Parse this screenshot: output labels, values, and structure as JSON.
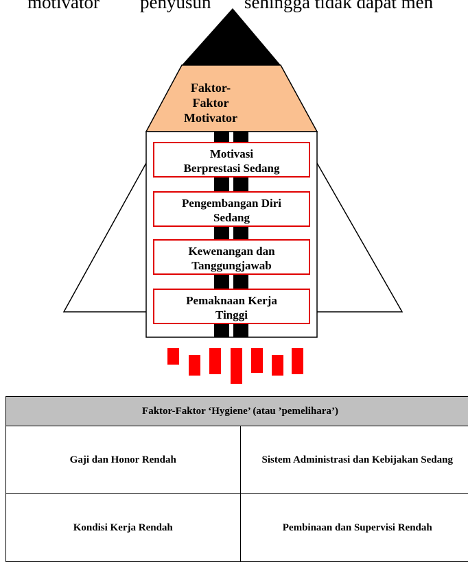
{
  "top_text": {
    "word1": "motivator",
    "word2": "penyusun",
    "word3": "sehingga tidak dapat men"
  },
  "cap": {
    "line1": "Faktor-Faktor",
    "line2": "Motivator",
    "color": "#fac090"
  },
  "boxes": [
    {
      "line1": "Motivasi",
      "line2": "Berprestasi Sedang"
    },
    {
      "line1": "Pengembangan Diri",
      "line2": "Sedang"
    },
    {
      "line1": "Kewenangan dan",
      "line2": "Tanggungjawab"
    },
    {
      "line1": "Pemaknaan Kerja",
      "line2": "Tinggi"
    }
  ],
  "hygiene": {
    "header": "Faktor-Faktor ‘Hygiene’ (atau ’pemelihara’)",
    "header_color": "#c0c0c0",
    "cells": [
      [
        "Gaji dan Honor Rendah",
        "Sistem Administrasi dan Kebijakan Sedang"
      ],
      [
        "Kondisi Kerja Rendah",
        "Pembinaan dan Supervisi Rendah"
      ]
    ]
  },
  "flame_color": "#ff0000"
}
